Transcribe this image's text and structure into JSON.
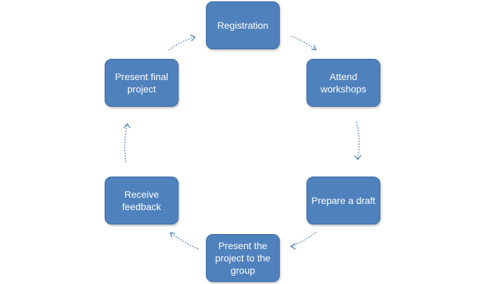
{
  "diagram": {
    "nodes": [
      {
        "id": "registration",
        "label": "Registration"
      },
      {
        "id": "attend",
        "label": "Attend workshops"
      },
      {
        "id": "draft",
        "label": "Prepare a draft"
      },
      {
        "id": "present-group",
        "label": "Present the project to the group"
      },
      {
        "id": "feedback",
        "label": "Receive feedback"
      },
      {
        "id": "final",
        "label": "Present final project"
      }
    ],
    "edges": [
      {
        "from": "registration",
        "to": "attend"
      },
      {
        "from": "attend",
        "to": "draft"
      },
      {
        "from": "draft",
        "to": "present-group"
      },
      {
        "from": "present-group",
        "to": "feedback"
      },
      {
        "from": "feedback",
        "to": "final"
      },
      {
        "from": "final",
        "to": "registration"
      }
    ],
    "colors": {
      "node_fill": "#4f81bd",
      "node_text": "#ffffff",
      "arrow": "#4f81bd"
    }
  }
}
